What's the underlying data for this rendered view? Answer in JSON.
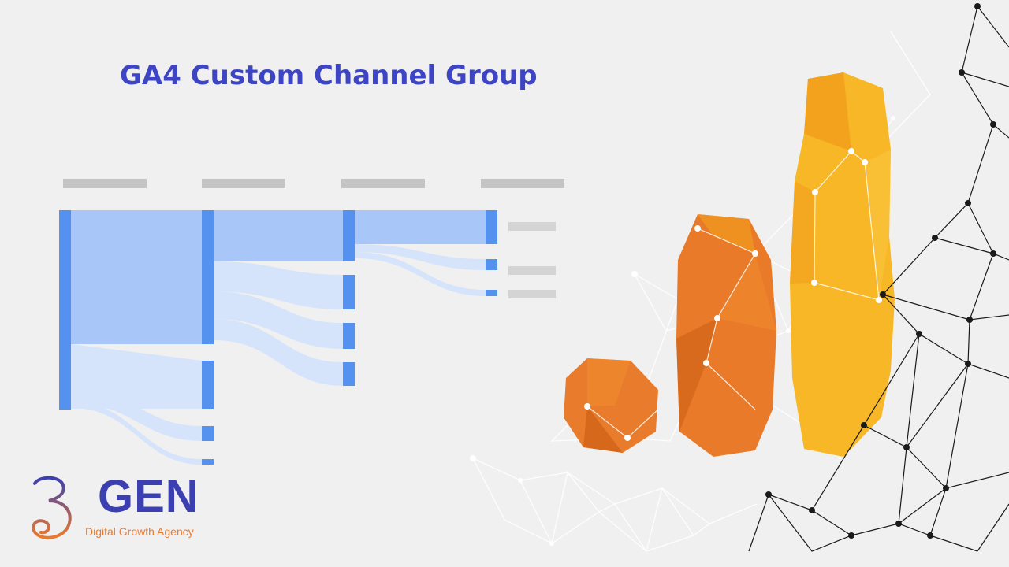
{
  "slide": {
    "title": "GA4 Custom Channel Group"
  },
  "logo": {
    "name": "GEN",
    "tagline": "Digital Growth Agency",
    "colors": {
      "blue": "#3b3fb0",
      "orange": "#ec7a2d"
    }
  },
  "diagram": {
    "type": "sankey",
    "colors": {
      "node": "#5592ef",
      "flow_main": "#a8c6f7",
      "flow_light": "#d6e4fb",
      "placeholder": "#c4c4c4"
    }
  },
  "decoration": {
    "colors": {
      "dark_orange": "#e7711b",
      "orange": "#f29b1c",
      "amber": "#f7b21a",
      "network_dark": "#1a1a1a",
      "network_light": "#ffffff"
    }
  }
}
